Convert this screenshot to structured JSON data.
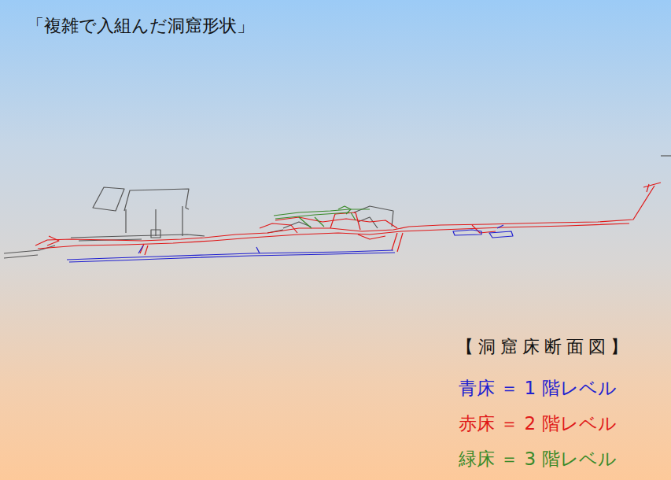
{
  "diagram": {
    "title": "「複雑で入組んだ洞窟形状」",
    "labels": [
      "【洞窟床断面図】"
    ],
    "legend": [
      {
        "text": "青床 ＝ 1 階レベル",
        "color": "#2020d0"
      },
      {
        "text": "赤床 ＝ 2 階レベル",
        "color": "#e01818"
      },
      {
        "text": "緑床 ＝ 3 階レベル",
        "color": "#3a8a2a"
      }
    ]
  }
}
